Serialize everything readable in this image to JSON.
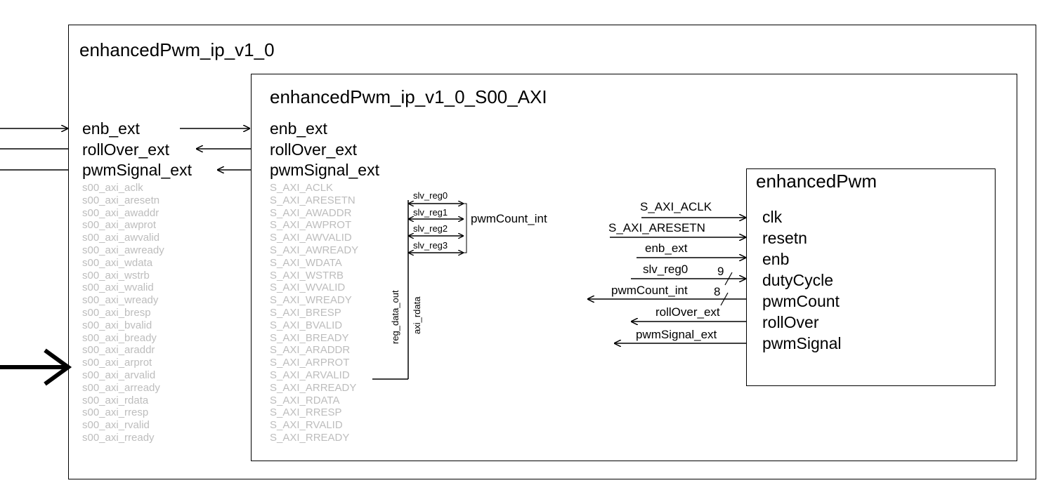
{
  "colors": {
    "line": "#000000",
    "gray_text": "#bdbdbd"
  },
  "outer_block": {
    "title": "enhancedPwm_ip_v1_0",
    "ports_main": [
      "enb_ext",
      "rollOver_ext",
      "pwmSignal_ext"
    ],
    "ports_axi": [
      "s00_axi_aclk",
      "s00_axi_aresetn",
      "s00_axi_awaddr",
      "s00_axi_awprot",
      "s00_axi_awvalid",
      "s00_axi_awready",
      "s00_axi_wdata",
      "s00_axi_wstrb",
      "s00_axi_wvalid",
      "s00_axi_wready",
      "s00_axi_bresp",
      "s00_axi_bvalid",
      "s00_axi_bready",
      "s00_axi_araddr",
      "s00_axi_arprot",
      "s00_axi_arvalid",
      "s00_axi_arready",
      "s00_axi_rdata",
      "s00_axi_rresp",
      "s00_axi_rvalid",
      "s00_axi_rready"
    ]
  },
  "axi_block": {
    "title": "enhancedPwm_ip_v1_0_S00_AXI",
    "ports_main": [
      "enb_ext",
      "rollOver_ext",
      "pwmSignal_ext"
    ],
    "ports_axi": [
      "S_AXI_ACLK",
      "S_AXI_ARESETN",
      "S_AXI_AWADDR",
      "S_AXI_AWPROT",
      "S_AXI_AWVALID",
      "S_AXI_AWREADY",
      "S_AXI_WDATA",
      "S_AXI_WSTRB",
      "S_AXI_WVALID",
      "S_AXI_WREADY",
      "S_AXI_BRESP",
      "S_AXI_BVALID",
      "S_AXI_BREADY",
      "S_AXI_ARADDR",
      "S_AXI_ARPROT",
      "S_AXI_ARVALID",
      "S_AXI_ARREADY",
      "S_AXI_RDATA",
      "S_AXI_RRESP",
      "S_AXI_RVALID",
      "S_AXI_RREADY"
    ],
    "registers": [
      "slv_reg0",
      "slv_reg1",
      "slv_reg2",
      "slv_reg3"
    ],
    "pwm_count_label": "pwmCount_int",
    "reg_data_out_label": "reg_data_out",
    "axi_rdata_label": "axi_rdata"
  },
  "pwm_block": {
    "title": "enhancedPwm",
    "ports": [
      "clk",
      "resetn",
      "enb",
      "dutyCycle",
      "pwmCount",
      "rollOver",
      "pwmSignal"
    ],
    "input_signals": [
      "S_AXI_ACLK",
      "S_AXI_ARESETN",
      "enb_ext",
      "slv_reg0"
    ],
    "output_signals": [
      "pwmCount_int",
      "rollOver_ext",
      "pwmSignal_ext"
    ],
    "bus_width_duty": "9",
    "bus_width_count": "8"
  }
}
